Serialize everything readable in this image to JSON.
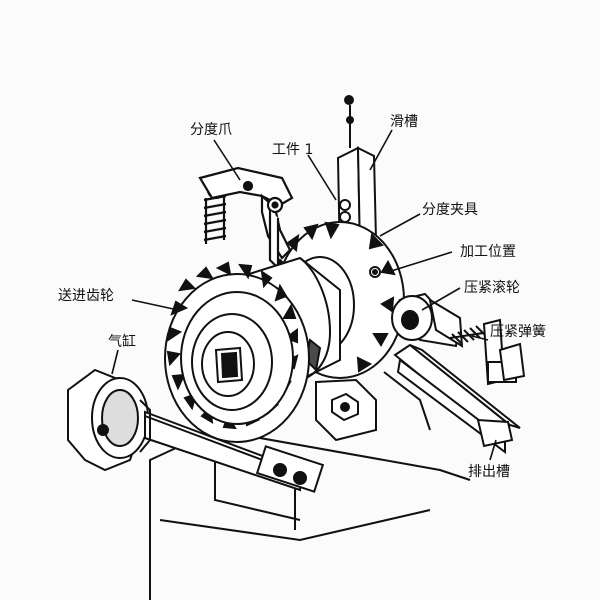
{
  "diagram": {
    "labels": {
      "indexing_pawl": "分度爪",
      "workpiece": "工件 1",
      "slide_groove": "滑槽",
      "indexing_fixture": "分度夹具",
      "machining_position": "加工位置",
      "pressure_roller": "压紧滚轮",
      "feed_gear": "送进齿轮",
      "pressure_spring": "压紧弹簧",
      "air_cylinder": "气缸",
      "discharge_chute": "排出槽"
    },
    "colors": {
      "ink": "#111111",
      "paper": "#fbfbfb",
      "shadow": "#4a4a4a"
    }
  }
}
